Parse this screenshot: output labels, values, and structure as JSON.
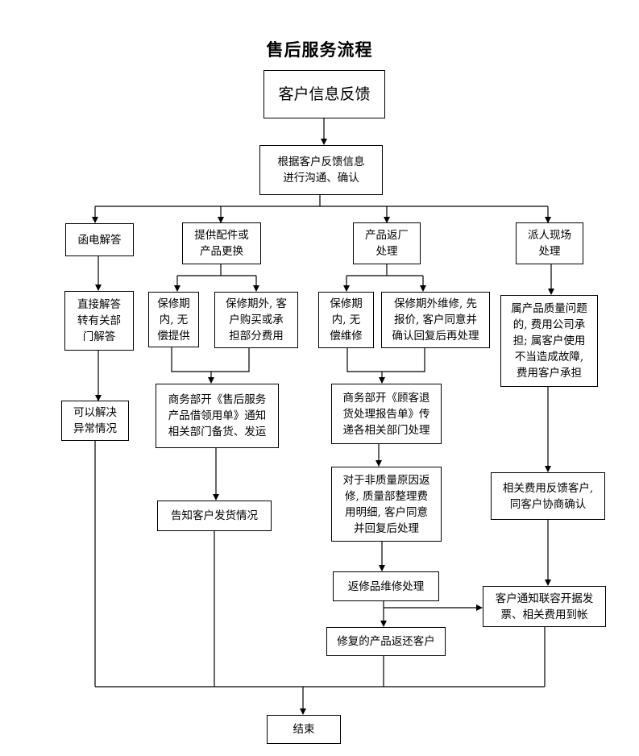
{
  "title": "售后服务流程",
  "nodes": {
    "feedback": "客户信息反馈",
    "communicate": "根据客户反馈信息\n进行沟通、确认",
    "phone": "函电解答",
    "parts": "提供配件或\n产品更换",
    "return": "产品返厂\n处理",
    "onsite": "派人现场\n处理",
    "direct_answer": "直接解答\n转有关部\n门解答",
    "resolved": "可以解决\n异常情况",
    "warranty_in_parts": "保修期\n内, 无\n偿提供",
    "warranty_out_parts": "保修期外, 客\n户购买或承\n担部分费用",
    "loan_form": "商务部开《售后服务\n产品借领用单》通知\n相关部门备货、发运",
    "notify_shipping": "告知客户发货情况",
    "warranty_in_repair": "保修期\n内, 无\n偿维修",
    "warranty_out_repair": "保修期外维修, 先\n报价, 客户同意并\n确认回复后再处理",
    "return_form": "商务部开《顾客退\n货处理报告单》传\n递各相关部门处理",
    "non_quality": "对于非质量原因返\n修, 质量部整理费\n用明细, 客户同意\n并回复后处理",
    "repair": "返修品维修处理",
    "return_repaired": "修复的产品返还客户",
    "quality_issue": "属产品质量问题\n的, 费用公司承\n担; 属客户使用\n不当造成故障,\n费用客户承担",
    "fee_feedback": "相关费用反馈客户,\n同客户协商确认",
    "invoice": "客户通知联容开据发\n票、相关费用到帐",
    "end": "结束"
  }
}
